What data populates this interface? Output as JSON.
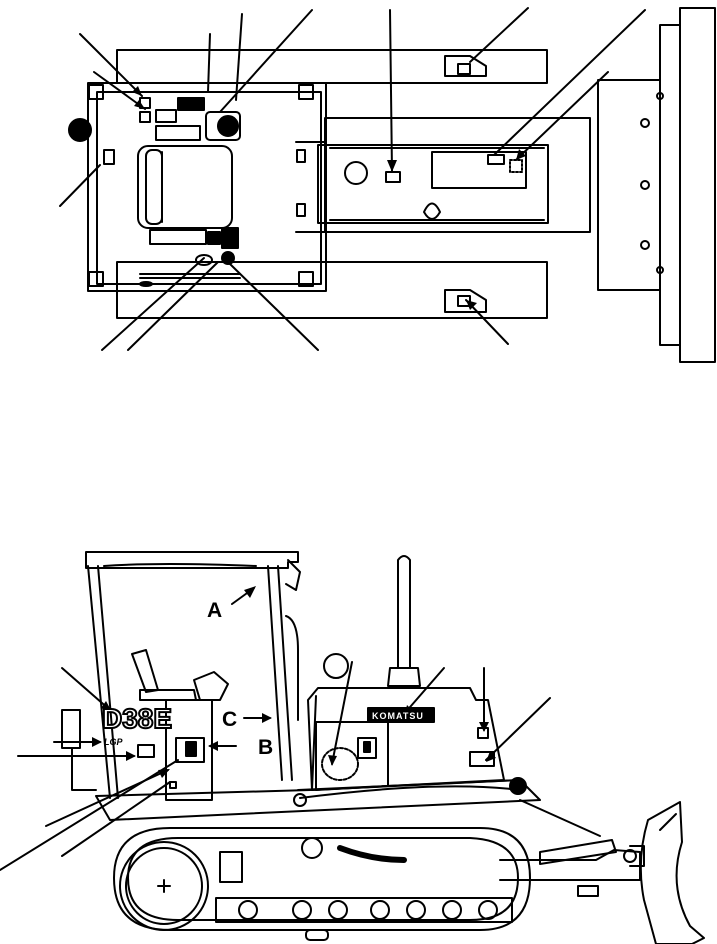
{
  "callout_labels": {
    "a": "A",
    "b": "B",
    "c": "C"
  },
  "machine_model": "D38E",
  "brand": "KOMATSU",
  "badge_text": "LGP",
  "colors": {
    "line": "#000000",
    "background": "#ffffff",
    "fill_dark": "#000000",
    "fill_light": "#ffffff"
  }
}
